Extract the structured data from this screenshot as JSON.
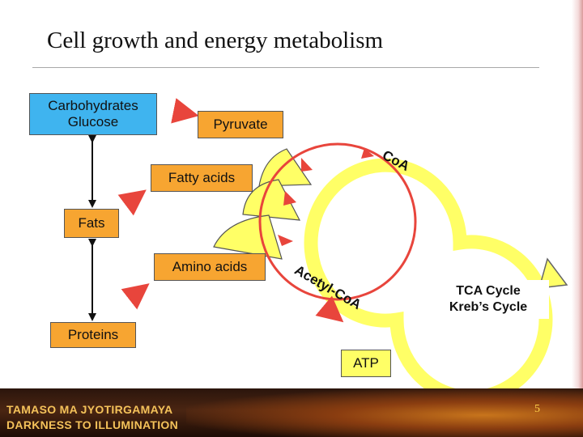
{
  "slide": {
    "title": "Cell growth and energy metabolism",
    "page_number": "5"
  },
  "nodes": {
    "carbohydrates": {
      "line1": "Carbohydrates",
      "line2": "Glucose"
    },
    "pyruvate": "Pyruvate",
    "coa": "CoA",
    "fatty_acids": "Fatty acids",
    "fats": "Fats",
    "amino_acids": "Amino acids",
    "acetyl_coa": "Acetyl-CoA",
    "tca": {
      "line1": "TCA Cycle",
      "line2": "Kreb’s Cycle"
    },
    "proteins": "Proteins",
    "atp": "ATP"
  },
  "footer": {
    "line1": "TAMASO MA JYOTIRGAMAYA",
    "line2": "DARKNESS TO ILLUMINATION"
  },
  "colors": {
    "blue_box": "#3fb4ef",
    "orange_box": "#f7a531",
    "yellow_box": "#ffff66",
    "arrow_red": "#e8453c",
    "cycle_yellow": "#ffff66"
  }
}
